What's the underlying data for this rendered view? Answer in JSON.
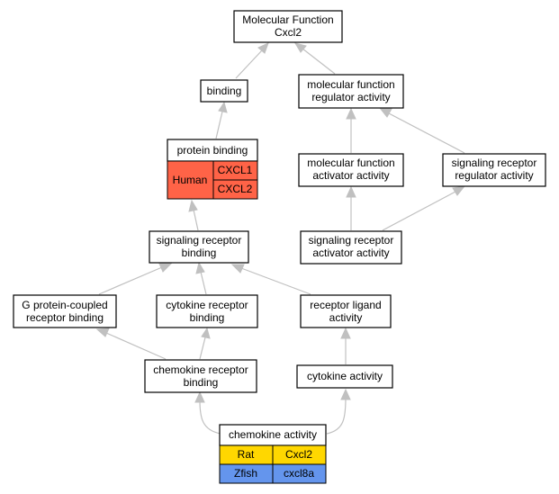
{
  "colors": {
    "human": "#ff6347",
    "rat": "#ffd700",
    "zfish": "#6495ed",
    "edge": "#c0c0c0"
  },
  "nodes": {
    "root": {
      "line1": "Molecular Function",
      "line2": "Cxcl2"
    },
    "binding": {
      "line1": "binding"
    },
    "mfra": {
      "line1": "molecular function",
      "line2": "regulator activity"
    },
    "protein_binding": {
      "line1": "protein binding",
      "annotations": {
        "species": "Human",
        "genes": [
          "CXCL1",
          "CXCL2"
        ]
      }
    },
    "mfaa": {
      "line1": "molecular function",
      "line2": "activator activity"
    },
    "srra": {
      "line1": "signaling receptor",
      "line2": "regulator activity"
    },
    "srb": {
      "line1": "signaling receptor",
      "line2": "binding"
    },
    "sraa": {
      "line1": "signaling receptor",
      "line2": "activator activity"
    },
    "gpcr": {
      "line1": "G protein-coupled",
      "line2": "receptor binding"
    },
    "crb": {
      "line1": "cytokine receptor",
      "line2": "binding"
    },
    "rla": {
      "line1": "receptor ligand",
      "line2": "activity"
    },
    "chrb": {
      "line1": "chemokine receptor",
      "line2": "binding"
    },
    "ca": {
      "line1": "cytokine activity"
    },
    "cha": {
      "line1": "chemokine activity",
      "annotations": [
        {
          "species": "Rat",
          "gene": "Cxcl2"
        },
        {
          "species": "Zfish",
          "gene": "cxcl8a"
        }
      ]
    }
  }
}
